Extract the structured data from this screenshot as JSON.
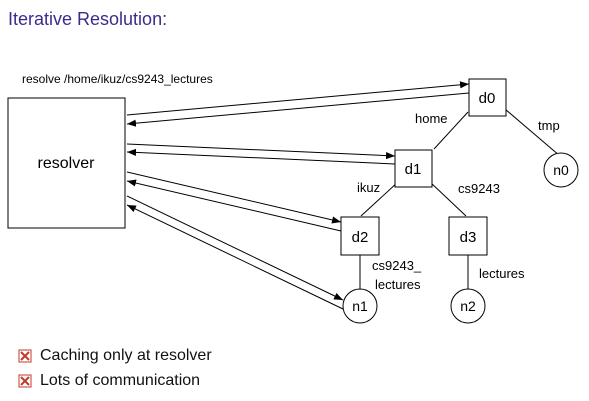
{
  "title": "Iterative Resolution:",
  "query": "resolve /home/ikuz/cs9243_lectures",
  "resolver_label": "resolver",
  "nodes": {
    "d0": "d0",
    "d1": "d1",
    "d2": "d2",
    "d3": "d3",
    "n0": "n0",
    "n1": "n1",
    "n2": "n2"
  },
  "edges": {
    "home": "home",
    "tmp": "tmp",
    "ikuz": "ikuz",
    "cs9243": "cs9243",
    "cs9243_lectures_line1": "cs9243_",
    "cs9243_lectures_line2": "lectures",
    "lectures": "lectures"
  },
  "bullets": [
    "Caching only at resolver",
    "Lots of communication"
  ],
  "colors": {
    "title": "#3d2a8c",
    "bullet": "#c0392b",
    "line": "#000000"
  }
}
